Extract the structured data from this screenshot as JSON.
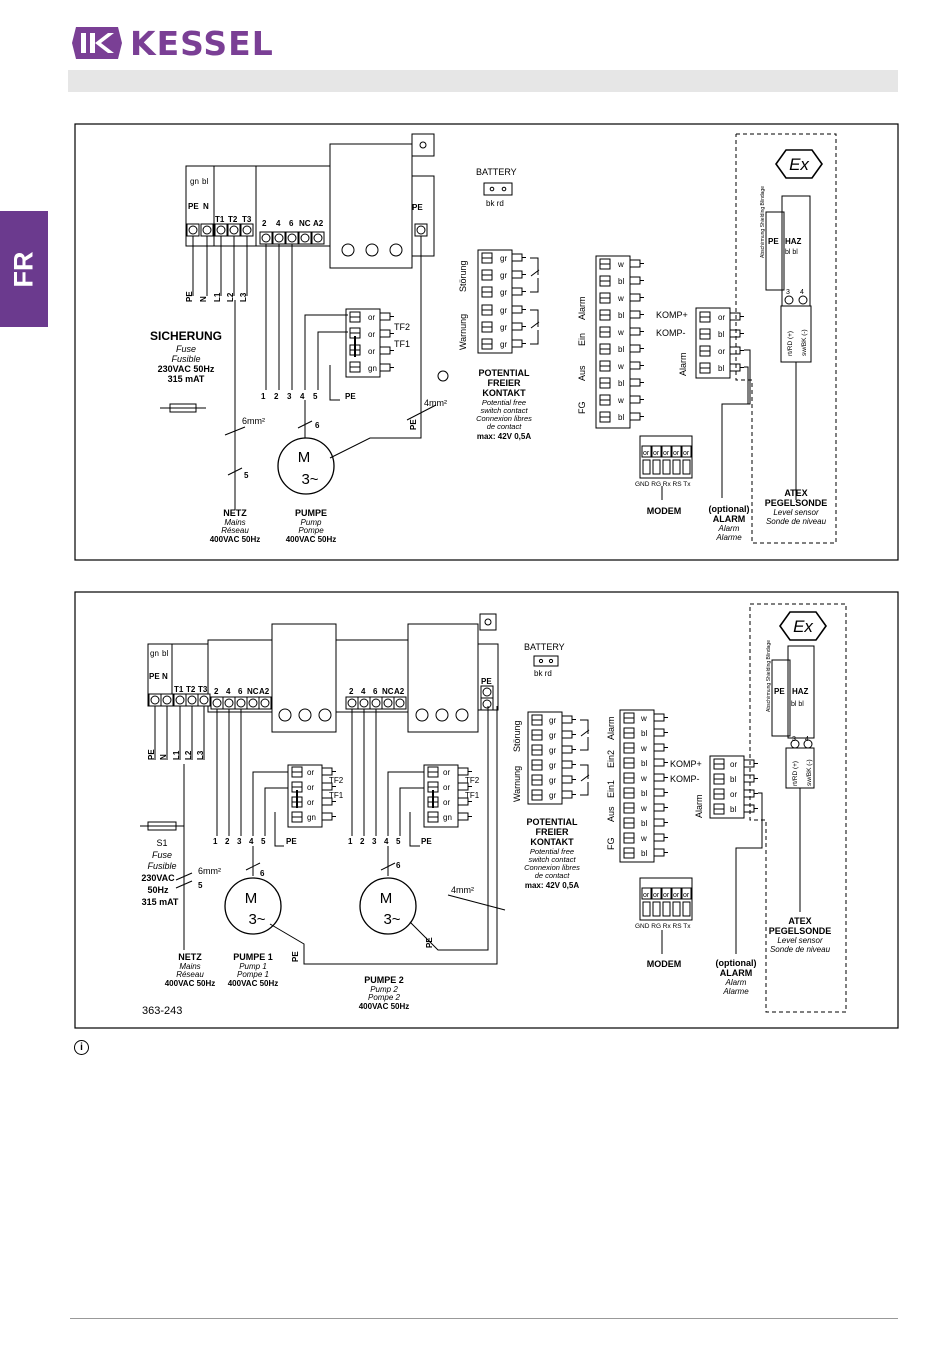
{
  "header": {
    "logo_text": "KESSEL",
    "brand_color": "#7a3f95",
    "side_tab_label": "FR",
    "side_tab_color": "#6b3a8e"
  },
  "diagram1": {
    "terminals_left": [
      "gn",
      "bl",
      "PE",
      "N",
      "T1",
      "T2",
      "T3"
    ],
    "terminals_pump": [
      "2",
      "4",
      "6",
      "NC",
      "A2"
    ],
    "pe_label": "PE",
    "wire_labels": [
      "PE",
      "N",
      "L1",
      "L2",
      "L3"
    ],
    "battery": {
      "label": "BATTERY",
      "wires": "bk  rd"
    },
    "fault_group": [
      "Störung",
      "Warnung"
    ],
    "gr_label": "gr",
    "relay_group_left": [
      "Alarm",
      "Ein",
      "Aus",
      "FG"
    ],
    "relay_wires": [
      "w",
      "bl",
      "w",
      "bl",
      "w",
      "bl",
      "w",
      "bl",
      "w",
      "bl"
    ],
    "komp": [
      "KOMP+",
      "KOMP-"
    ],
    "alarm_side": "Alarm",
    "komp_wires": [
      "or",
      "bl",
      "or",
      "bl"
    ],
    "tf_wires": [
      "or",
      "or",
      "or",
      "gn"
    ],
    "tf_labels": [
      "TF2",
      "TF1"
    ],
    "sicherung": {
      "title": "SICHERUNG",
      "l1": "Fuse",
      "l2": "Fusible",
      "l3": "230VAC 50Hz",
      "l4": "315 mAT"
    },
    "num_row": [
      "1",
      "2",
      "3",
      "4",
      "5",
      "PE"
    ],
    "mm_6": "6mm²",
    "mm_4": "4mm²",
    "num_5": "5",
    "num_6": "6",
    "motor": {
      "m": "M",
      "p": "3~"
    },
    "netz": {
      "title": "NETZ",
      "l1": "Mains",
      "l2": "Réseau",
      "l3": "400VAC 50Hz"
    },
    "pumpe": {
      "title": "PUMPE",
      "l1": "Pump",
      "l2": "Pompe",
      "l3": "400VAC 50Hz"
    },
    "potential": {
      "l1": "POTENTIAL",
      "l2": "FREIER",
      "l3": "KONTAKT",
      "l4": "Potential free",
      "l5": "switch contact",
      "l6": "Connexion libres",
      "l7": "de contact",
      "l8": "max: 42V 0,5A"
    },
    "modem": {
      "title": "MODEM",
      "pins": "GND RG Rx RS Tx",
      "or": "or"
    },
    "alarm": {
      "l1": "(optional)",
      "l2": "ALARM",
      "l3": "Alarm",
      "l4": "Alarme"
    },
    "atex": {
      "l1": "ATEX",
      "l2": "PEGELSONDE",
      "l3": "Level sensor",
      "l4": "Sonde de niveau"
    },
    "sensor": {
      "pe": "PE",
      "haz": "HAZ",
      "bl": "bl  bl",
      "shield": "Abschirmung Shielding Blindage",
      "n3": "3",
      "n4": "4",
      "rd": "rt/RD (+)",
      "bk": "sw/BK (-)"
    },
    "ex": "Ex"
  },
  "diagram2": {
    "terminals_left": [
      "gn",
      "bl",
      "PE",
      "N",
      "T1",
      "T2",
      "T3"
    ],
    "terminals_pump": [
      "2",
      "4",
      "6",
      "NC",
      "A2"
    ],
    "wire_labels": [
      "PE",
      "N",
      "L1",
      "L2",
      "L3"
    ],
    "fault_group": [
      "Störung",
      "Warnung"
    ],
    "relay_group_left": [
      "Alarm",
      "Ein2",
      "Ein1",
      "Aus",
      "FG"
    ],
    "s1": {
      "l0": "S1",
      "l1": "Fuse",
      "l2": "Fusible",
      "l3": "230VAC",
      "l4": "50Hz",
      "l5": "315 mAT"
    },
    "pumpe1": {
      "title": "PUMPE 1",
      "l1": "Pump 1",
      "l2": "Pompe 1",
      "l3": "400VAC 50Hz"
    },
    "pumpe2": {
      "title": "PUMPE 2",
      "l1": "Pump 2",
      "l2": "Pompe 2",
      "l3": "400VAC 50Hz"
    },
    "code": "363-243"
  },
  "footer": {
    "info_symbol": "i"
  }
}
